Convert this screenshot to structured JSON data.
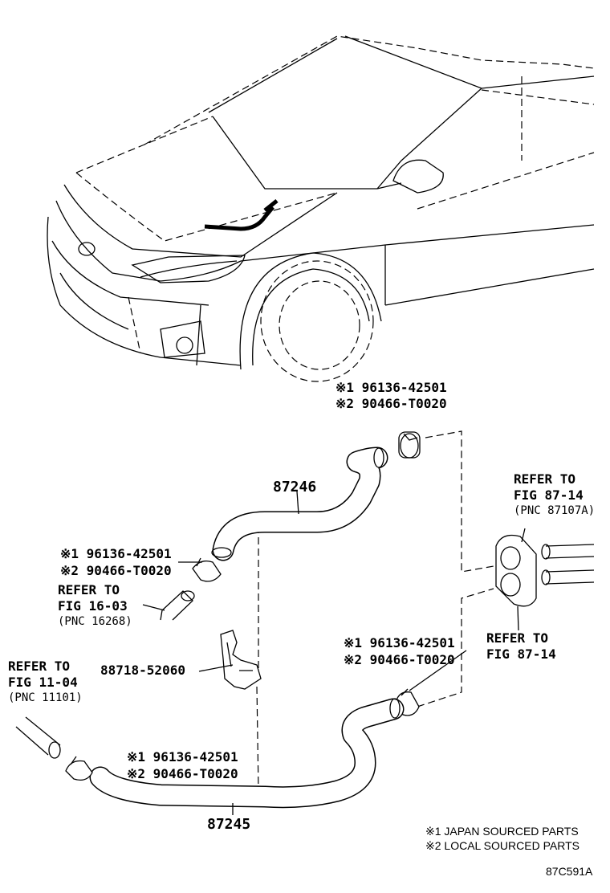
{
  "parts": {
    "hose_upper": "87246",
    "hose_lower": "87245",
    "bracket": "88718-52060"
  },
  "clamps": [
    {
      "line1": "※1 96136-42501",
      "line2": "※2 90466-T0020"
    },
    {
      "line1": "※1 96136-42501",
      "line2": "※2 90466-T0020"
    },
    {
      "line1": "※1 96136-42501",
      "line2": "※2 90466-T0020"
    },
    {
      "line1": "※1 96136-42501",
      "line2": "※2 90466-T0020"
    }
  ],
  "refs": {
    "fig_16_03": {
      "line1": "REFER TO",
      "line2": "FIG 16-03",
      "line3": "(PNC 16268)"
    },
    "fig_11_04": {
      "line1": "REFER TO",
      "line2": "FIG 11-04",
      "line3": "(PNC 11101)"
    },
    "fig_87_14_pnc": {
      "line1": "REFER TO",
      "line2": "FIG 87-14",
      "line3": "(PNC 87107A)"
    },
    "fig_87_14": {
      "line1": "REFER TO",
      "line2": "FIG 87-14"
    }
  },
  "legend": {
    "note1": "※1 JAPAN SOURCED PARTS",
    "note2": "※2 LOCAL SOURCED PARTS"
  },
  "figure_code": "87C591A"
}
